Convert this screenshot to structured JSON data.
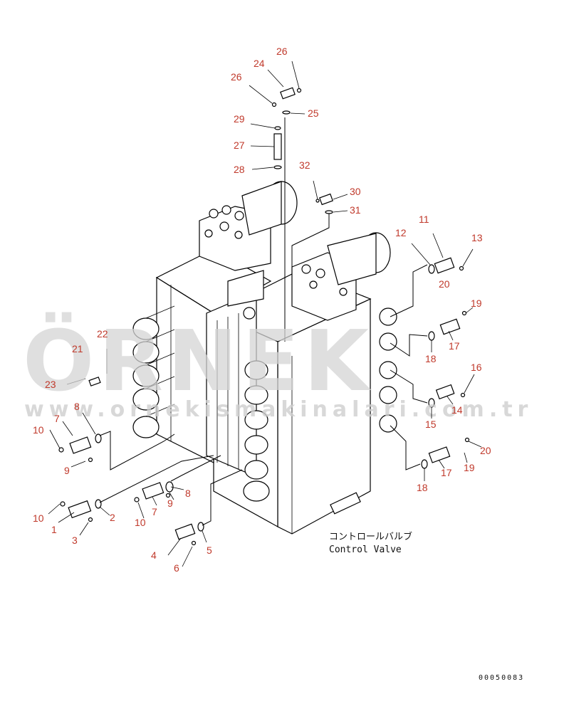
{
  "watermark": {
    "brand": "ÖRNEK",
    "url": "www.ornekismakinalari.com.tr",
    "accent_color": "#f2c94c"
  },
  "caption": {
    "japanese": "コントロールバルブ",
    "english": "Control Valve"
  },
  "document_number": "00050083",
  "callout_color": "#c0392b",
  "callouts": [
    {
      "id": "c-26a",
      "label": "26"
    },
    {
      "id": "c-24",
      "label": "24"
    },
    {
      "id": "c-26b",
      "label": "26"
    },
    {
      "id": "c-25",
      "label": "25"
    },
    {
      "id": "c-29",
      "label": "29"
    },
    {
      "id": "c-27",
      "label": "27"
    },
    {
      "id": "c-28",
      "label": "28"
    },
    {
      "id": "c-32",
      "label": "32"
    },
    {
      "id": "c-30",
      "label": "30"
    },
    {
      "id": "c-31",
      "label": "31"
    },
    {
      "id": "c-12",
      "label": "12"
    },
    {
      "id": "c-11",
      "label": "11"
    },
    {
      "id": "c-13",
      "label": "13"
    },
    {
      "id": "c-20a",
      "label": "20"
    },
    {
      "id": "c-19a",
      "label": "19"
    },
    {
      "id": "c-17a",
      "label": "17"
    },
    {
      "id": "c-18a",
      "label": "18"
    },
    {
      "id": "c-16",
      "label": "16"
    },
    {
      "id": "c-14",
      "label": "14"
    },
    {
      "id": "c-15",
      "label": "15"
    },
    {
      "id": "c-20b",
      "label": "20"
    },
    {
      "id": "c-19b",
      "label": "19"
    },
    {
      "id": "c-17b",
      "label": "17"
    },
    {
      "id": "c-18b",
      "label": "18"
    },
    {
      "id": "c-22",
      "label": "22"
    },
    {
      "id": "c-21",
      "label": "21"
    },
    {
      "id": "c-23",
      "label": "23"
    },
    {
      "id": "c-7a",
      "label": "7"
    },
    {
      "id": "c-8a",
      "label": "8"
    },
    {
      "id": "c-10a",
      "label": "10"
    },
    {
      "id": "c-9a",
      "label": "9"
    },
    {
      "id": "c-10b",
      "label": "10"
    },
    {
      "id": "c-1",
      "label": "1"
    },
    {
      "id": "c-2",
      "label": "2"
    },
    {
      "id": "c-3",
      "label": "3"
    },
    {
      "id": "c-9b",
      "label": "9"
    },
    {
      "id": "c-8b",
      "label": "8"
    },
    {
      "id": "c-10c",
      "label": "10"
    },
    {
      "id": "c-7b",
      "label": "7"
    },
    {
      "id": "c-4",
      "label": "4"
    },
    {
      "id": "c-5",
      "label": "5"
    },
    {
      "id": "c-6",
      "label": "6"
    }
  ]
}
